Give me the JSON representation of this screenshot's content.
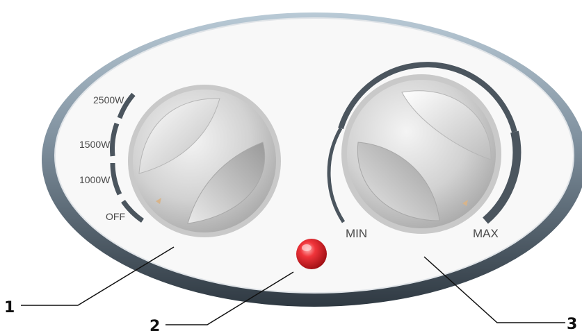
{
  "power_dial": {
    "settings": [
      "2500W",
      "1500W",
      "1000W",
      "OFF"
    ]
  },
  "thermostat_dial": {
    "min_label": "MIN",
    "max_label": "MAX"
  },
  "callouts": [
    "1",
    "2",
    "3"
  ],
  "colors": {
    "rim_dark": "#3f4a55",
    "rim_light": "#a9bccb",
    "panel": "#f7f7f7",
    "indicator_lamp": "#e8242a",
    "scale_bar": "#4b555e"
  }
}
